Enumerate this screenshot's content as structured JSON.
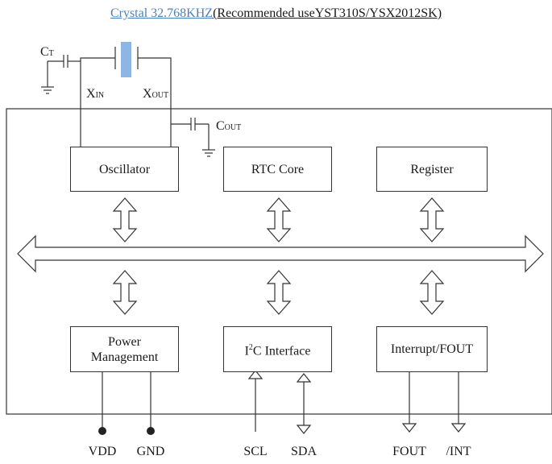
{
  "title": {
    "link_text": "Crystal 32.768KHZ",
    "rest_text": "(Recommended useYST310S/YSX2012SK)"
  },
  "capacitors": {
    "ct_main": "C",
    "ct_sub": "T",
    "cout_main": "C",
    "cout_sub": "OUT"
  },
  "crystal_pins": {
    "xin_main": "X",
    "xin_sub": "IN",
    "xout_main": "X",
    "xout_sub": "OUT"
  },
  "blocks": {
    "oscillator": "Oscillator",
    "rtc_core": "RTC Core",
    "register": "Register",
    "power_line1": "Power",
    "power_line2": "Management",
    "i2c_pre": "I",
    "i2c_sup": "2",
    "i2c_post": "C Interface",
    "interrupt": "Interrupt/FOUT"
  },
  "pins": {
    "vdd": "VDD",
    "gnd": "GND",
    "scl": "SCL",
    "sda": "SDA",
    "fout": "FOUT",
    "int": "/INT"
  },
  "colors": {
    "crystal": "#8db6e3",
    "link": "#4a7fc4",
    "line": "#333333"
  }
}
